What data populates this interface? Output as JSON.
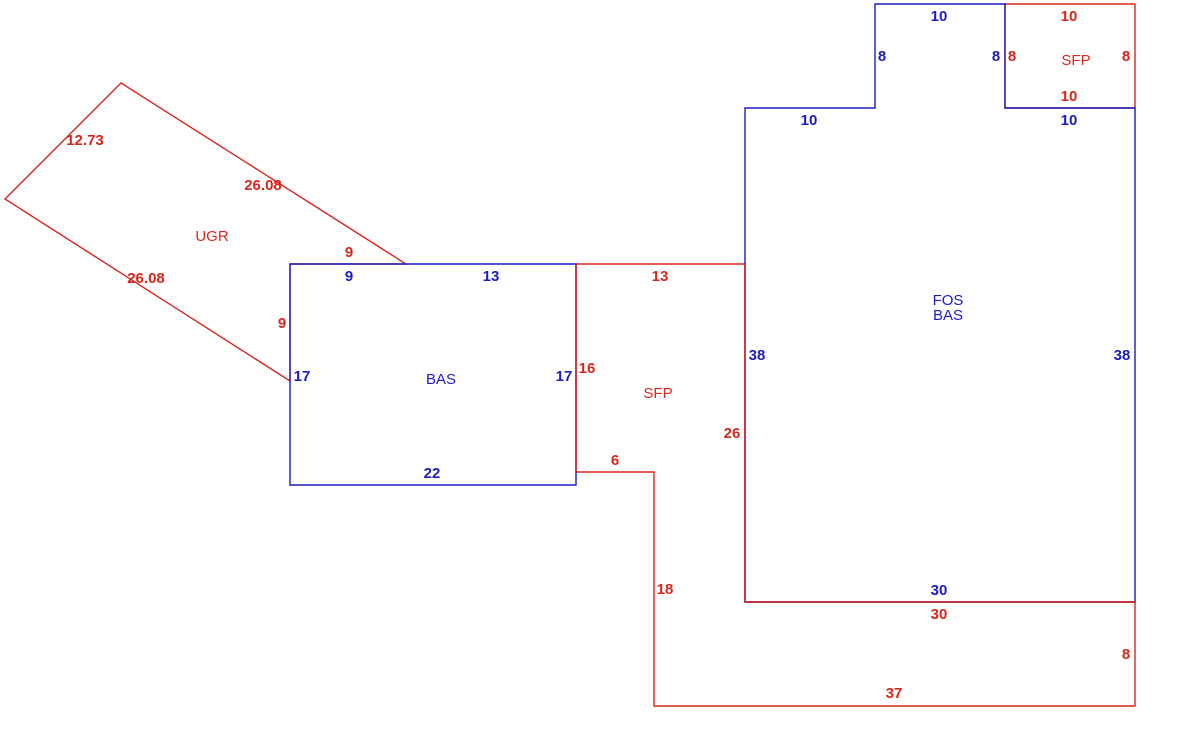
{
  "colors": {
    "red": "#d9261c",
    "blue": "#1c1cc4"
  },
  "areas": {
    "ugr": "UGR",
    "bas_left": "BAS",
    "sfp_middle": "SFP",
    "fos": "FOS",
    "bas_right": "BAS",
    "sfp_top": "SFP"
  },
  "dims": {
    "ugr_1273": "12.73",
    "ugr_2608_top": "26.08",
    "ugr_2608_bottom": "26.08",
    "ugr_9_top": "9",
    "ugr_9_side": "9",
    "bas_9": "9",
    "bas_13": "13",
    "bas_17_left": "17",
    "bas_17_right": "17",
    "bas_22": "22",
    "sfp_13": "13",
    "sfp_16": "16",
    "sfp_26": "26",
    "sfp_6": "6",
    "sfp_18": "18",
    "sfp_37": "37",
    "sfp_8": "8",
    "sfp_30": "30",
    "fos_38_left": "38",
    "fos_38_right": "38",
    "fos_10_left": "10",
    "fos_30": "30",
    "top_10": "10",
    "top_8_left": "8",
    "top_8_right": "8",
    "top_10_bottom": "10",
    "sfp2_10_top": "10",
    "sfp2_8_left": "8",
    "sfp2_8_right": "8",
    "sfp2_10_bottom": "10"
  }
}
